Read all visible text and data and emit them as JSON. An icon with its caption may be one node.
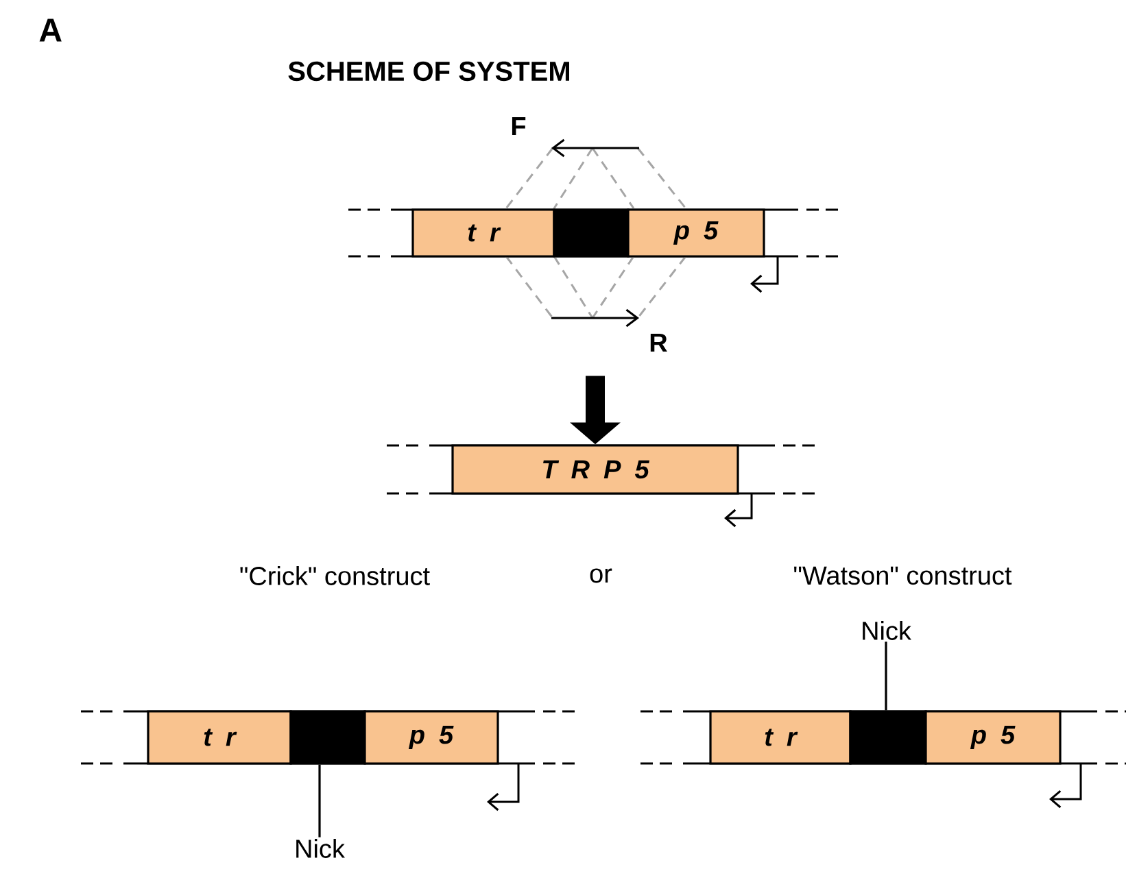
{
  "diagram": {
    "title": "SCHEME OF SYSTEM",
    "nodes": [
      {
        "text": [
          "t r"
        ]
      },
      {
        "text": [],
        "shape": "box"
      },
      {
        "text": [
          "p 5"
        ]
      },
      {
        "text": [
          "T R P 5"
        ]
      },
      {
        "text": [
          "t r"
        ]
      },
      {
        "text": [],
        "shape": "box"
      },
      {
        "text": [
          "p 5"
        ]
      },
      {
        "text": [
          "Nick"
        ]
      },
      {
        "text": [
          "t r"
        ]
      },
      {
        "text": [],
        "shape": "box"
      },
      {
        "text": [
          "p 5"
        ]
      },
      {
        "text": [
          "Nick"
        ]
      }
    ],
    "edges": [
      {
        "from": null,
        "to": 3,
        "arrow": "to",
        "style": "thick"
      },
      {
        "from": 7,
        "to": 5,
        "arrow": "none"
      },
      {
        "from": 11,
        "to": 9,
        "arrow": "none"
      }
    ],
    "labels": [
      "A",
      "F",
      "R",
      "\"Crick\" construct",
      "or",
      "\"Watson\" construct"
    ]
  }
}
